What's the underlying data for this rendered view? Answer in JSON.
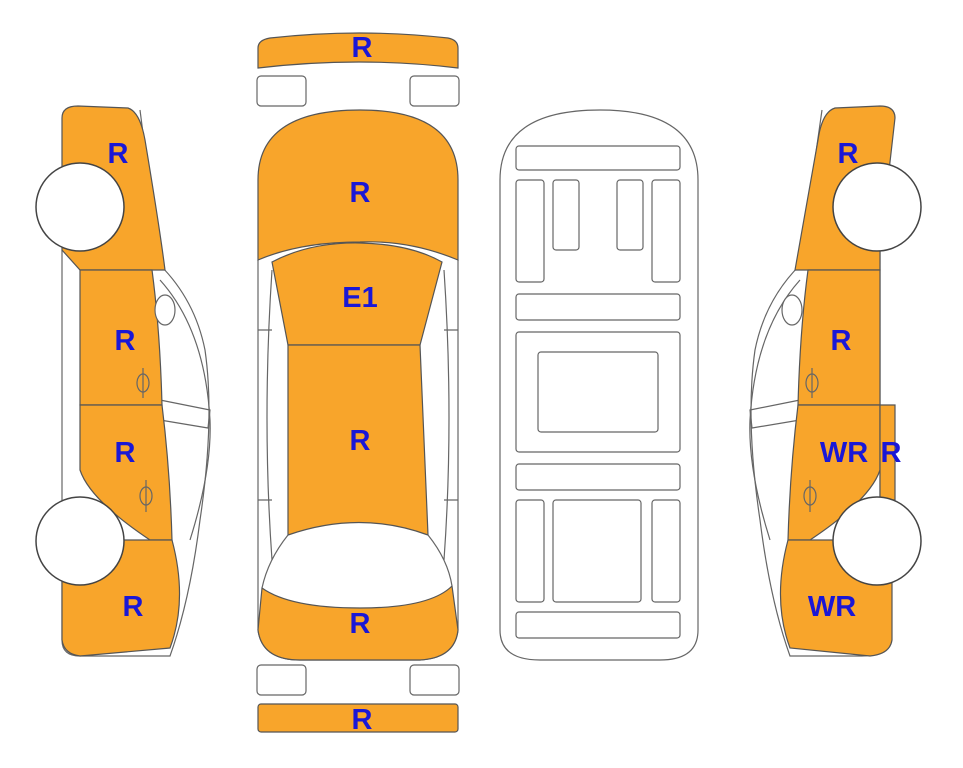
{
  "colors": {
    "damaged_panel": "#F8A52B",
    "label": "#1a17d6",
    "outline": "#555555"
  },
  "views": {
    "left_side": {
      "front_fender": "R",
      "front_door": "R",
      "rear_door": "R",
      "rear_quarter": "R"
    },
    "top": {
      "front_bumper": "R",
      "hood": "R",
      "roof_front": "E1",
      "roof": "R",
      "trunk": "R",
      "rear_bumper": "R"
    },
    "underbody": {},
    "right_side": {
      "front_fender": "R",
      "front_door": "R",
      "rear_door": "WR",
      "rear_door_edge": "R",
      "rear_quarter": "WR"
    }
  }
}
